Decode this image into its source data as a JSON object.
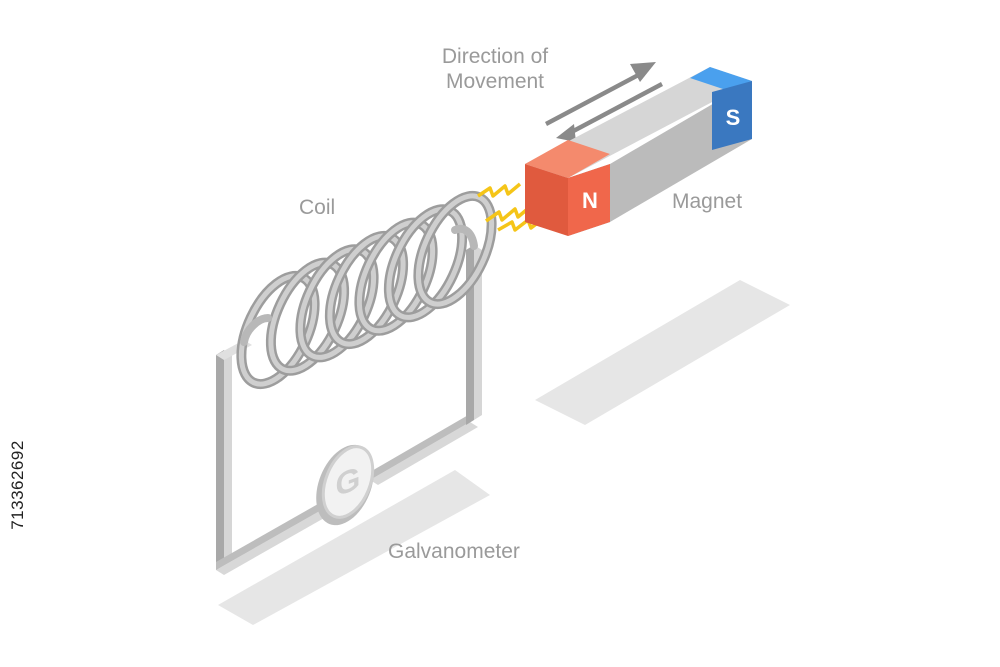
{
  "labels": {
    "direction_line1": "Direction of",
    "direction_line2": "Movement",
    "coil": "Coil",
    "magnet": "Magnet",
    "galvanometer": "Galvanometer",
    "pole_north": "N",
    "pole_south": "S",
    "galvanometer_symbol": "G"
  },
  "stock_id": "713362692",
  "colors": {
    "north_pole": "#f0674b",
    "south_pole": "#3f8fe0",
    "magnet_body": "#b9b9b9",
    "wire": "#cfcfcf",
    "spark": "#f5c518",
    "label": "#9a9a9a",
    "shadow": "#e6e6e6"
  }
}
